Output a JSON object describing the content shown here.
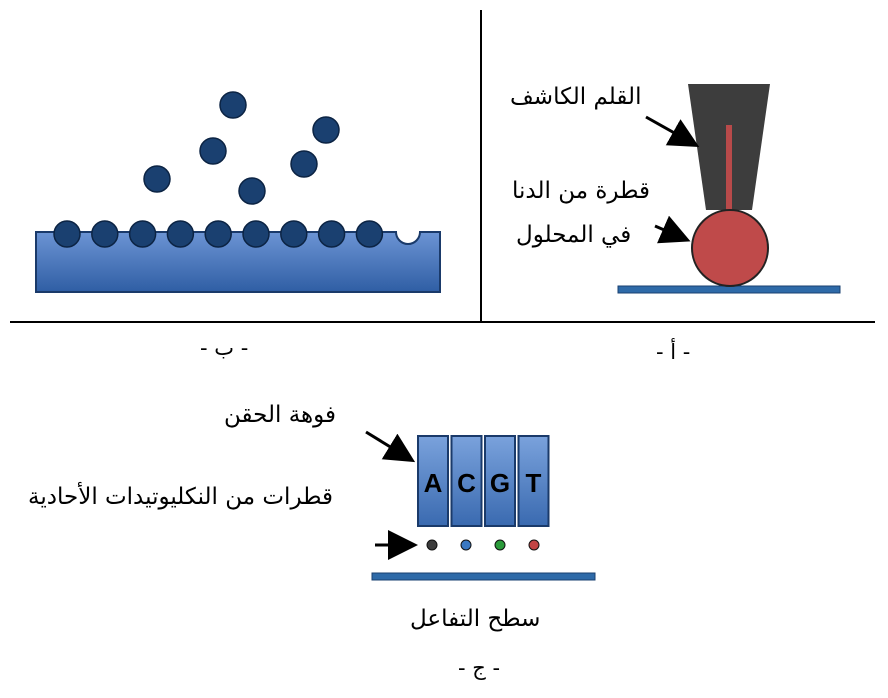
{
  "panels": {
    "a": {
      "tag": "- أ -",
      "probe_label": "القلم الكاشف",
      "drop_label_line1": "قطرة من الدنا",
      "drop_label_line2": "في المحلول"
    },
    "b": {
      "tag": "- ب -"
    },
    "c": {
      "tag": "- ج -",
      "nozzle_label": "فوهة الحقن",
      "droplets_label": "قطرات من النكليوتيدات الأحادية",
      "surface_label": "سطح التفاعل",
      "wells": [
        "A",
        "C",
        "G",
        "T"
      ],
      "droplet_colors": [
        "#3c3c3c",
        "#3a78c2",
        "#2a9a3a",
        "#c24444"
      ]
    }
  },
  "colors": {
    "probe_body": "#3d3d3d",
    "probe_tip": "#b84a4a",
    "dna_drop": "#bf4a4a",
    "surface": "#2e6aa8",
    "bead": "#1a4070",
    "well": "#4f82c4"
  }
}
